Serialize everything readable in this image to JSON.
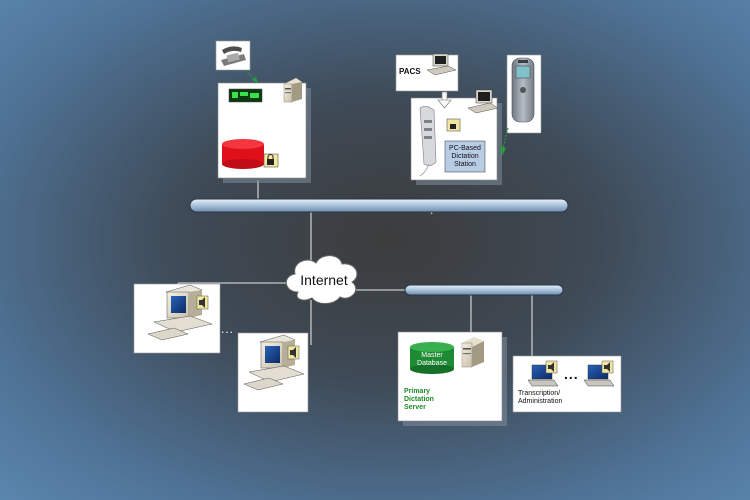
{
  "labels": {
    "pacs": "PACS",
    "pc_station": "PC-Based Dictation Station",
    "internet": "Internet",
    "master_db": "Master Database",
    "primary_server": "Primary Dictation Server",
    "transcription": "Transcription/ Administration",
    "ellipsis_left": "...",
    "ellipsis_right": "..."
  },
  "colors": {
    "bus": "#b9cde0",
    "db_red": "#e0101a",
    "db_green": "#1e8a34",
    "label_green": "#1e8a2a",
    "station_blue": "#b8cce6"
  }
}
